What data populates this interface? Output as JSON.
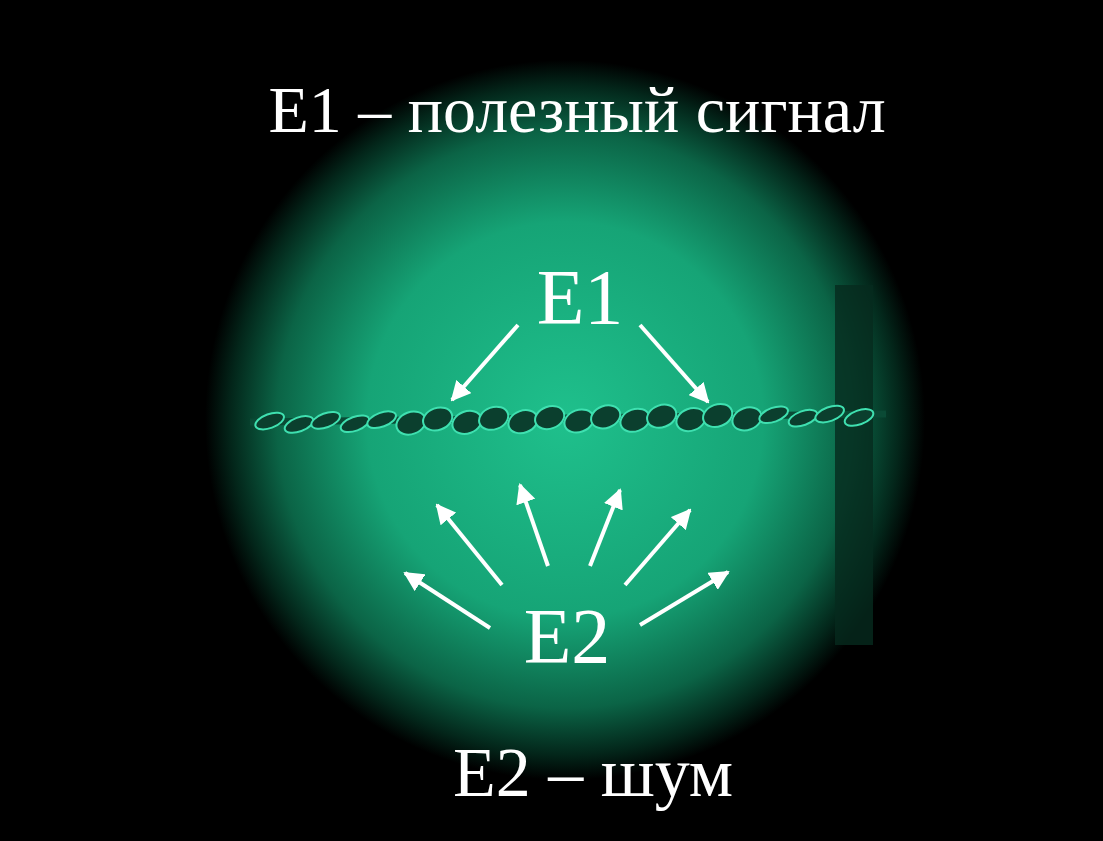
{
  "diagram": {
    "title": "E1 – полезный сигнал",
    "caption": "E2 – шум",
    "labels": [
      "E1",
      "E2"
    ]
  }
}
